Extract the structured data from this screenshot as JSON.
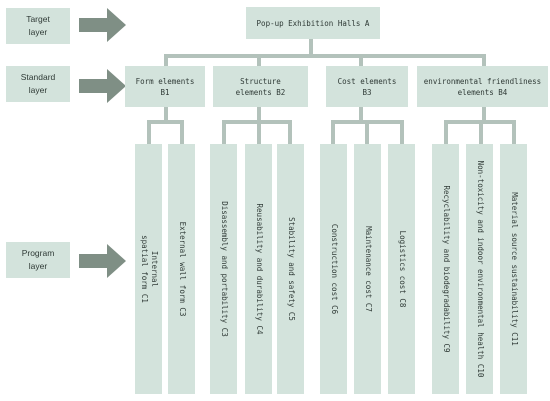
{
  "layers": {
    "target": [
      "Target",
      "layer"
    ],
    "standard": [
      "Standard",
      "layer"
    ],
    "program": [
      "Program",
      "layer"
    ]
  },
  "target_box": "Pop-up Exhibition Halls A",
  "criteria": [
    {
      "lines": [
        "Form elements",
        "B1"
      ]
    },
    {
      "lines": [
        "Structure",
        "elements B2"
      ]
    },
    {
      "lines": [
        "Cost elements",
        "B3"
      ]
    },
    {
      "lines": [
        "environmental friendliness",
        "elements B4"
      ]
    }
  ],
  "programs": [
    {
      "lines": [
        "Internal",
        "spatial form C1"
      ]
    },
    {
      "lines": [
        "External wall form C3"
      ]
    },
    {
      "lines": [
        "Disassembly and portability C3"
      ]
    },
    {
      "lines": [
        "Reusability and durability C4"
      ]
    },
    {
      "lines": [
        "Stability and safety C5"
      ]
    },
    {
      "lines": [
        "Construction cost C6"
      ]
    },
    {
      "lines": [
        "Maintenance cost C7"
      ]
    },
    {
      "lines": [
        "Logistics cost C8"
      ]
    },
    {
      "lines": [
        "Recyclability and biodegradability C9"
      ]
    },
    {
      "lines": [
        "Non-toxicity and indoor environmental health C10"
      ]
    },
    {
      "lines": [
        "Material source sustainability C11"
      ]
    }
  ],
  "colors": {
    "box_fill": "#d3e3dc",
    "connector": "#b3c2bb",
    "arrow": "#7f8f85",
    "text": "#2f3a36"
  }
}
